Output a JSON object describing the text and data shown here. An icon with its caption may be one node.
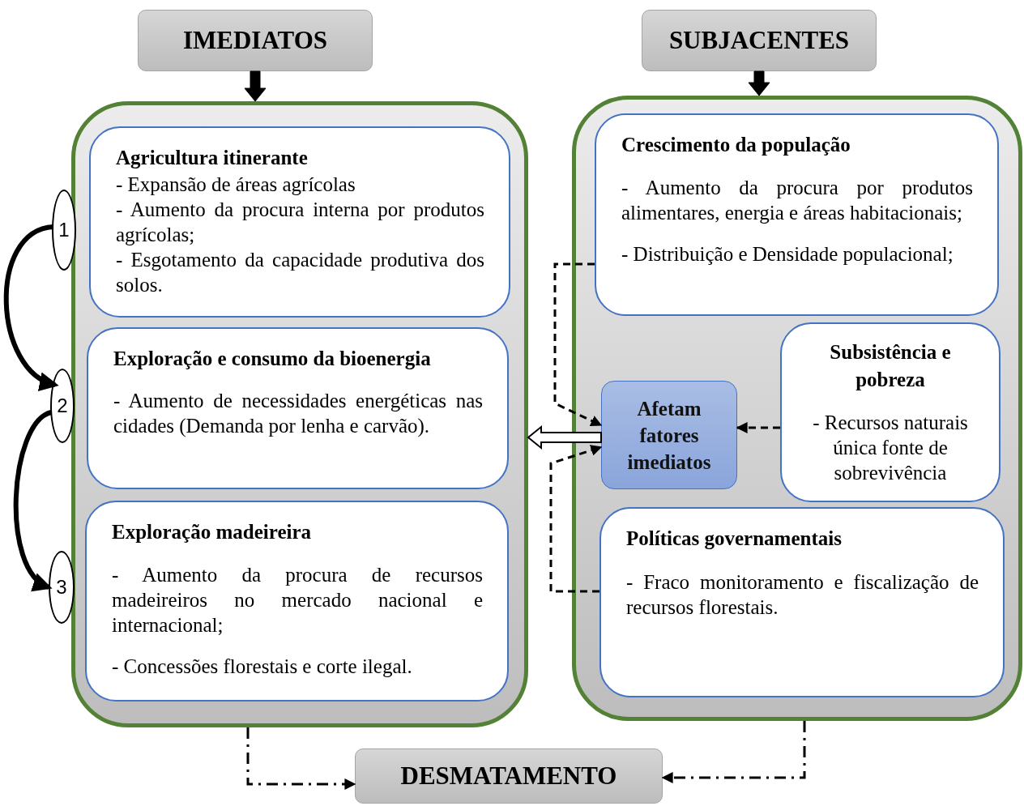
{
  "diagram": {
    "nodes": [
      {
        "text": [
          "IMEDIATOS"
        ]
      },
      {
        "text": [
          "SUBJACENTES"
        ]
      },
      {
        "text": [],
        "shape": "box"
      },
      {
        "text": [
          "Agricultura itinerante",
          "- Expansão de áreas agrícolas",
          "- Aumento da procura interna por produtos agrícolas;",
          "- Esgotamento da capacidade produtiva dos solos."
        ],
        "in": 2
      },
      {
        "text": [
          "Exploração e consumo da bioenergia",
          "- Aumento de necessidades energéticas nas cidades (Demanda por lenha e carvão)."
        ],
        "in": 2
      },
      {
        "text": [
          "Exploração madeireira",
          "- Aumento da procura de recursos madeireiros no mercado nacional e internacional;",
          "- Concessões florestais e corte ilegal."
        ],
        "in": 2
      },
      {
        "text": [],
        "shape": "box"
      },
      {
        "text": [
          "Crescimento da população",
          "- Aumento da procura por produtos alimentares, energia e áreas habitacionais;",
          "- Distribuição e Densidade populacional;"
        ],
        "in": 6
      },
      {
        "text": [
          "Afetam fatores imediatos"
        ],
        "in": 6
      },
      {
        "text": [
          "Subsistência e pobreza",
          "- Recursos naturais única fonte de sobrevivência"
        ],
        "in": 6
      },
      {
        "text": [
          "Políticas governamentais",
          "- Fraco monitoramento e fiscalização de recursos florestais."
        ],
        "in": 6
      },
      {
        "text": [
          "DESMATAMENTO"
        ]
      },
      {
        "text": [
          "1"
        ]
      },
      {
        "text": [
          "2"
        ]
      },
      {
        "text": [
          "3"
        ]
      }
    ],
    "edges": [
      {
        "from": 0,
        "to": 2,
        "arrow": "to",
        "style": "thick"
      },
      {
        "from": 1,
        "to": 6,
        "arrow": "to",
        "style": "thick"
      },
      {
        "from": 12,
        "to": 13,
        "arrow": "to",
        "style": "thick"
      },
      {
        "from": 13,
        "to": 14,
        "arrow": "to",
        "style": "thick"
      },
      {
        "from": 8,
        "to": 2,
        "arrow": "to",
        "style": "thick",
        "color": "#ffffff"
      },
      {
        "from": 7,
        "to": 8,
        "arrow": "to",
        "style": "dashed"
      },
      {
        "from": 10,
        "to": 8,
        "arrow": "to",
        "style": "dashed"
      },
      {
        "from": 9,
        "to": 8,
        "arrow": "to",
        "style": "dashed"
      },
      {
        "from": 2,
        "to": 11,
        "arrow": "to",
        "style": "dashed"
      },
      {
        "from": 6,
        "to": 11,
        "arrow": "to",
        "style": "dashed"
      }
    ]
  }
}
